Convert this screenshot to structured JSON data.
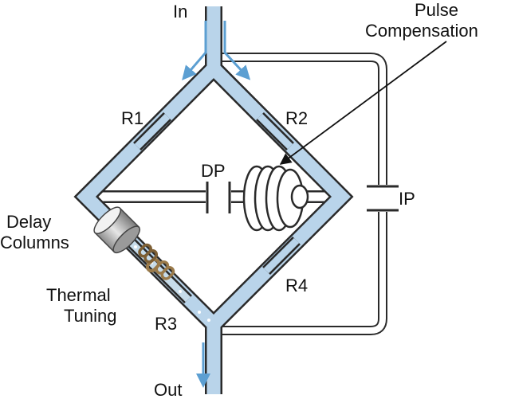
{
  "labels": {
    "in": "In",
    "out": "Out",
    "pulse_line1": "Pulse",
    "pulse_line2": "Compensation",
    "r1": "R1",
    "r2": "R2",
    "r3": "R3",
    "r4": "R4",
    "dp": "DP",
    "ip": "IP",
    "delay_line1": "Delay",
    "delay_line2": "Columns",
    "thermal_line1": "Thermal",
    "thermal_line2": "Tuning"
  },
  "colors": {
    "fluid": "#b9d4ea",
    "wall": "#2a2a2a",
    "arrow": "#5c9fd2",
    "coil": "#ffffff",
    "column_body": "#d0d0d0",
    "heater_coil": "#9a7a4a"
  }
}
